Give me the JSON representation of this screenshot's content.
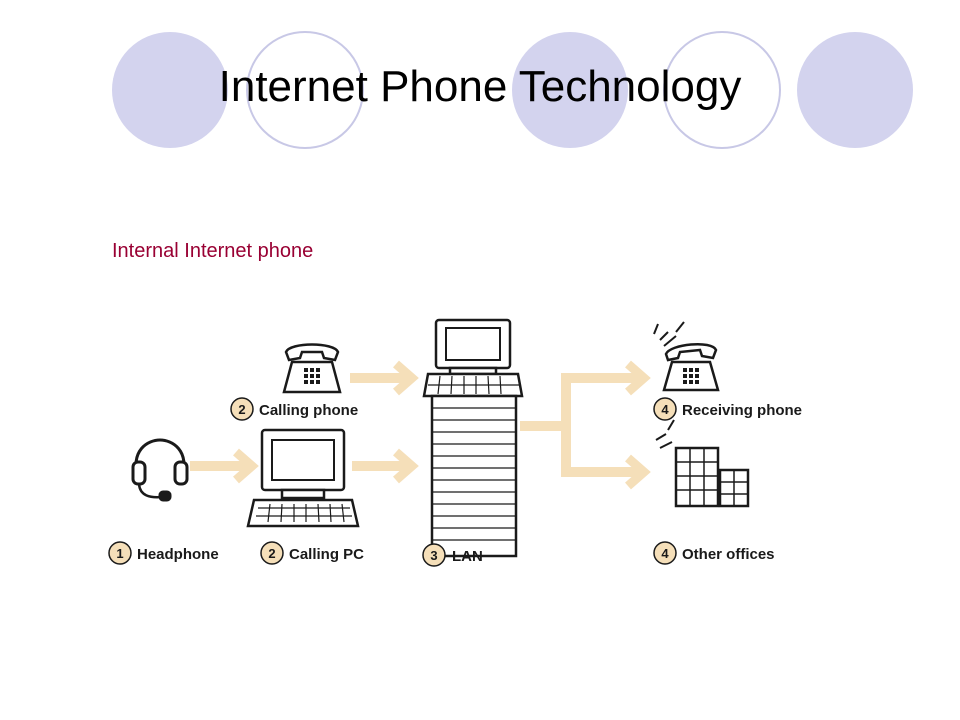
{
  "slide": {
    "title": "Internet Phone Technology",
    "subtitle": "Internal Internet phone"
  },
  "colors": {
    "circle_fill": "#d3d3ee",
    "circle_stroke": "#c4c4e4",
    "arrow": "#f5dfb9",
    "subtitle": "#990033",
    "badge": "#f5dfb9"
  },
  "diagram": {
    "labels": {
      "headphone": {
        "num": "1",
        "text": "Headphone"
      },
      "calling_pc": {
        "num": "2",
        "text": "Calling PC"
      },
      "calling_phone": {
        "num": "2",
        "text": "Calling phone"
      },
      "lan": {
        "num": "3",
        "text": "LAN"
      },
      "receiving_phone": {
        "num": "4",
        "text": "Receiving phone"
      },
      "other_offices": {
        "num": "4",
        "text": "Other offices"
      }
    }
  }
}
